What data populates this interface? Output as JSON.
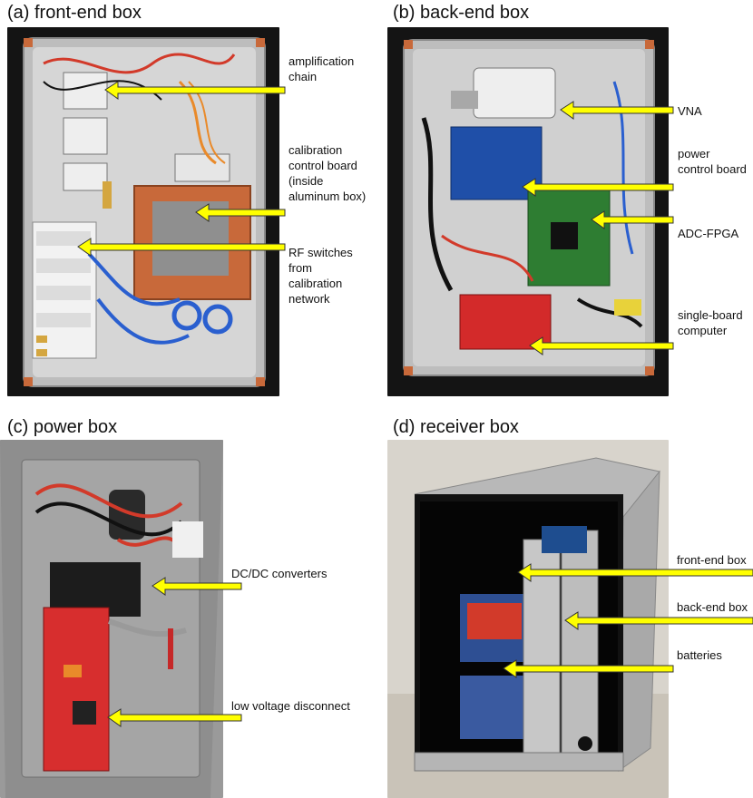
{
  "panels": [
    {
      "title": "(a) front-end box",
      "labels": [
        "amplification\nchain",
        "calibration\ncontrol board\n(inside\naluminum box)",
        "RF switches\nfrom\ncalibration\nnetwork"
      ]
    },
    {
      "title": "(b) back-end box",
      "labels": [
        "VNA",
        "power\ncontrol board",
        "ADC-FPGA",
        "single-board\ncomputer"
      ]
    },
    {
      "title": "(c) power box",
      "labels": [
        "DC/DC converters",
        "low voltage disconnect"
      ]
    },
    {
      "title": "(d) receiver box",
      "labels": [
        "front-end box",
        "back-end box",
        "batteries"
      ]
    }
  ],
  "colors": {
    "arrow_fill": "#ffff00",
    "arrow_stroke": "#333333",
    "aluminum": "#c9c9c9",
    "copper": "#c8693a",
    "dark_background": "#151515"
  }
}
